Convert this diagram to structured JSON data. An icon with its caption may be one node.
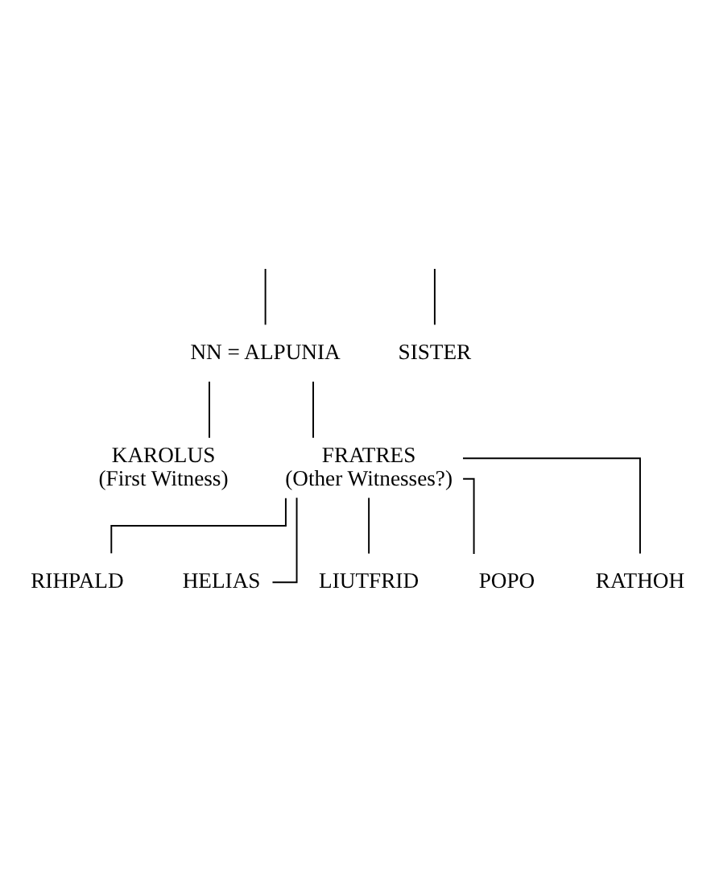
{
  "diagram": {
    "nodes": [
      {
        "text": [
          "NN = ALPUNIA"
        ]
      },
      {
        "text": [
          "SISTER"
        ]
      },
      {
        "text": [
          "KAROLUS",
          "(First Witness)"
        ]
      },
      {
        "text": [
          "FRATRES",
          "(Other Witnesses?)"
        ]
      },
      {
        "text": [
          "RIHPALD"
        ]
      },
      {
        "text": [
          "HELIAS"
        ]
      },
      {
        "text": [
          "LIUTFRID"
        ]
      },
      {
        "text": [
          "POPO"
        ]
      },
      {
        "text": [
          "RATHOH"
        ]
      }
    ],
    "edges": [
      {
        "from": null,
        "to": 0,
        "arrow": "none"
      },
      {
        "from": null,
        "to": 1,
        "arrow": "none"
      },
      {
        "from": 0,
        "to": 2,
        "arrow": "none"
      },
      {
        "from": 0,
        "to": 3,
        "arrow": "none"
      },
      {
        "from": 3,
        "to": 4,
        "arrow": "none"
      },
      {
        "from": 3,
        "to": 5,
        "arrow": "none"
      },
      {
        "from": 3,
        "to": 6,
        "arrow": "none"
      },
      {
        "from": 3,
        "to": 7,
        "arrow": "none"
      },
      {
        "from": 3,
        "to": 8,
        "arrow": "none"
      }
    ]
  }
}
